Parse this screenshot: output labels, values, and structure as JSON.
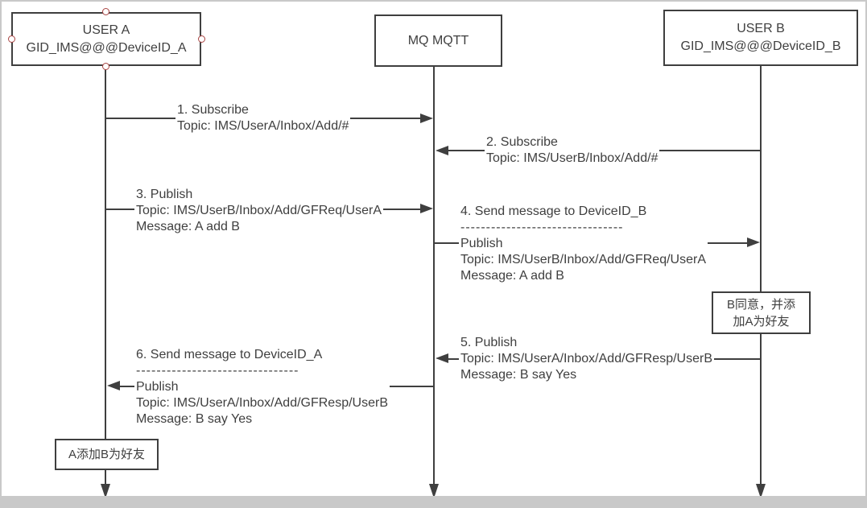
{
  "diagram_type": "mqtt-friend-request-sequence-diagram",
  "actors": [
    {
      "title": "USER A",
      "subtitle": "GID_IMS@@@DeviceID_A"
    },
    {
      "title": "MQ MQTT"
    },
    {
      "title": "USER B",
      "subtitle": "GID_IMS@@@DeviceID_B"
    }
  ],
  "messages": [
    {
      "from": "USER A",
      "to": "MQ MQTT",
      "direction": "right",
      "lines": [
        "1. Subscribe",
        "Topic: IMS/UserA/Inbox/Add/#"
      ]
    },
    {
      "from": "USER B",
      "to": "MQ MQTT",
      "direction": "left",
      "lines": [
        "2. Subscribe",
        "Topic: IMS/UserB/Inbox/Add/#"
      ]
    },
    {
      "from": "USER A",
      "to": "MQ MQTT",
      "direction": "right",
      "lines": [
        "3. Publish",
        "Topic: IMS/UserB/Inbox/Add/GFReq/UserA",
        "Message: A add B"
      ]
    },
    {
      "from": "MQ MQTT",
      "to": "USER B",
      "direction": "right",
      "lines": [
        "4. Send message to DeviceID_B",
        "--------------------------------",
        "Publish",
        "Topic: IMS/UserB/Inbox/Add/GFReq/UserA",
        "Message: A add B"
      ]
    },
    {
      "from": "USER B",
      "to": "MQ MQTT",
      "direction": "left",
      "lines": [
        "5. Publish",
        "Topic: IMS/UserA/Inbox/Add/GFResp/UserB",
        "Message: B say Yes"
      ]
    },
    {
      "from": "MQ MQTT",
      "to": "USER A",
      "direction": "left",
      "lines": [
        "6. Send message to DeviceID_A",
        "--------------------------------",
        "Publish",
        "Topic: IMS/UserA/Inbox/Add/GFResp/UserB",
        "Message: B say Yes"
      ]
    }
  ],
  "notes": [
    {
      "on": "USER B",
      "lines": [
        "B同意，并添",
        "加A为好友"
      ]
    },
    {
      "on": "USER A",
      "lines": [
        "A添加B为好友"
      ]
    }
  ],
  "colors": {
    "ink": "#3f3f3f",
    "frame": "#c9c9c9",
    "handle": "#a94442",
    "background": "#ffffff"
  }
}
